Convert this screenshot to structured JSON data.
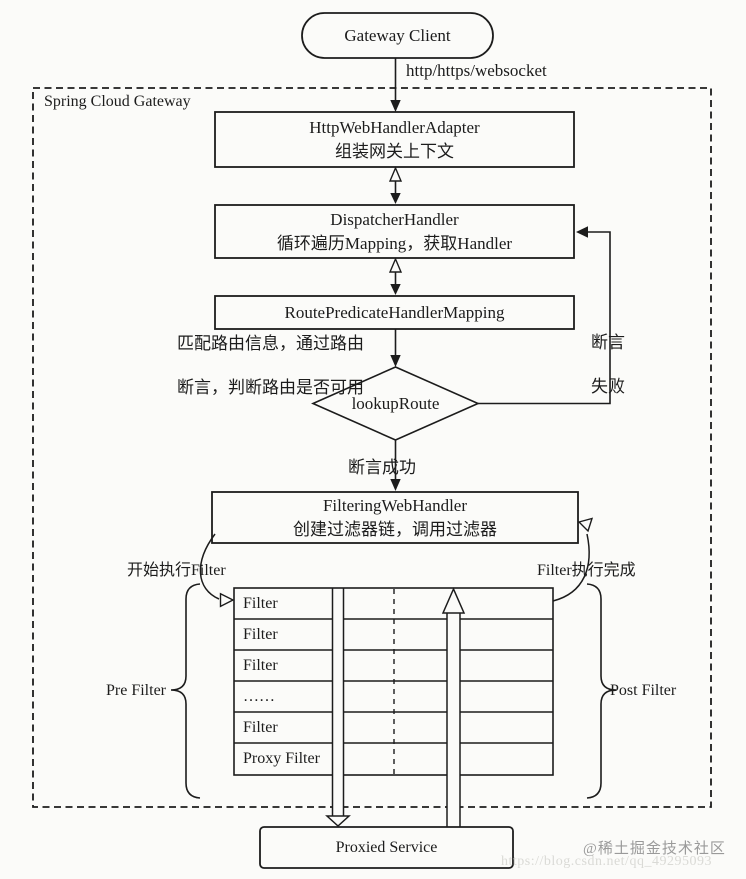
{
  "colors": {
    "line": "#1c1c1c",
    "background": "#fbfbf9",
    "watermark_gray": "#9a9a9a",
    "watermark_faint": "#dadad6"
  },
  "nodes": {
    "gateway_client": {
      "label": "Gateway Client"
    },
    "container": {
      "label": "Spring Cloud Gateway"
    },
    "http_web_handler_adapter": {
      "title": "HttpWebHandlerAdapter",
      "subtitle": "组装网关上下文"
    },
    "dispatcher_handler": {
      "title": "DispatcherHandler",
      "subtitle": "循环遍历Mapping，获取Handler"
    },
    "route_predicate_handler_mapping": {
      "title": "RoutePredicateHandlerMapping"
    },
    "lookup_route": {
      "label": "lookupRoute"
    },
    "filtering_web_handler": {
      "title": "FilteringWebHandler",
      "subtitle": "创建过滤器链，调用过滤器"
    },
    "proxied_service": {
      "label": "Proxied Service"
    }
  },
  "edges": {
    "protocol": {
      "label": "http/https/websocket"
    },
    "route_match_note": {
      "line1": "匹配路由信息，通过路由",
      "line2": "断言，判断路由是否可用"
    },
    "predicate_fail": {
      "line1": "断言",
      "line2": "失败"
    },
    "predicate_success": {
      "label": "断言成功"
    },
    "filter_start": {
      "label": "开始执行Filter"
    },
    "filter_done": {
      "label": "Filter执行完成"
    }
  },
  "filter_chain": {
    "rows": [
      "Filter",
      "Filter",
      "Filter",
      "……",
      "Filter",
      "Proxy Filter"
    ],
    "pre_label": "Pre Filter",
    "post_label": "Post Filter"
  },
  "watermark": {
    "community": "@稀土掘金技术社区",
    "url": "https://blog.csdn.net/qq_49295093"
  }
}
